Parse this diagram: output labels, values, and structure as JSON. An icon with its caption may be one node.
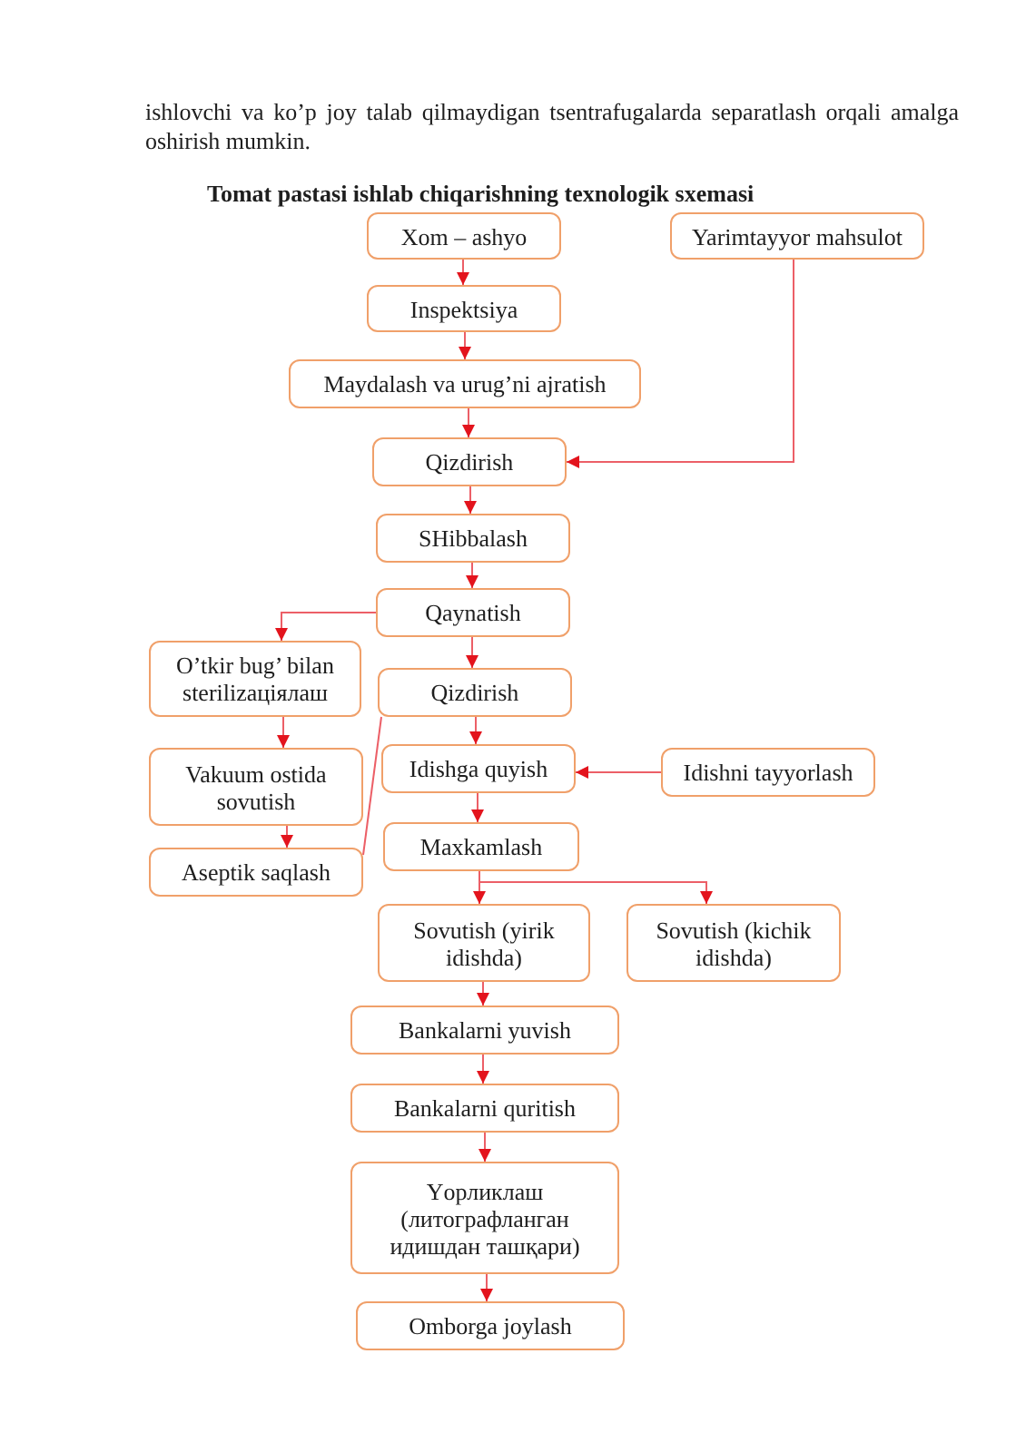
{
  "diagram": {
    "title": "Tomat pastasi ishlab chiqarishning texnologik sxemasi",
    "nodes": [
      {
        "text": [
          "Xom – ashyo"
        ]
      },
      {
        "text": [
          "Yarimtayyor mahsulot"
        ]
      },
      {
        "text": [
          "Inspektsiya"
        ]
      },
      {
        "text": [
          "Maydalash va urug’ni ajratish"
        ]
      },
      {
        "text": [
          "Qizdirish"
        ]
      },
      {
        "text": [
          "SHibbalash"
        ]
      },
      {
        "text": [
          "Qaynatish"
        ]
      },
      {
        "text": [
          "O’tkir bug’ bilan sterilizaцiялаш"
        ]
      },
      {
        "text": [
          "Qizdirish"
        ]
      },
      {
        "text": [
          "Vakuum ostida sovutish"
        ]
      },
      {
        "text": [
          "Idishga quyish"
        ]
      },
      {
        "text": [
          "Idishni tayyorlash"
        ]
      },
      {
        "text": [
          "Aseptik saqlash"
        ]
      },
      {
        "text": [
          "Maxkamlash"
        ]
      },
      {
        "text": [
          "Sovutish (yirik idishda)"
        ]
      },
      {
        "text": [
          "Sovutish (kichik idishda)"
        ]
      },
      {
        "text": [
          "Bankalarni yuvish"
        ]
      },
      {
        "text": [
          "Bankalarni quritish"
        ]
      },
      {
        "text": [
          "Yорликлаш (литографланган идишдан ташқари)"
        ]
      },
      {
        "text": [
          "Omborga joylash"
        ]
      }
    ],
    "edges": [
      {
        "from": 0,
        "to": 2,
        "arrow": "to"
      },
      {
        "from": 2,
        "to": 3,
        "arrow": "to"
      },
      {
        "from": 3,
        "to": 4,
        "arrow": "to"
      },
      {
        "from": 1,
        "to": 4,
        "arrow": "to"
      },
      {
        "from": 4,
        "to": 5,
        "arrow": "to"
      },
      {
        "from": 5,
        "to": 6,
        "arrow": "to"
      },
      {
        "from": 6,
        "to": 7,
        "arrow": "to"
      },
      {
        "from": 6,
        "to": 8,
        "arrow": "to"
      },
      {
        "from": 7,
        "to": 9,
        "arrow": "to"
      },
      {
        "from": 9,
        "to": 12,
        "arrow": "to"
      },
      {
        "from": 8,
        "to": 10,
        "arrow": "to"
      },
      {
        "from": 11,
        "to": 10,
        "arrow": "to"
      },
      {
        "from": 10,
        "to": 13,
        "arrow": "to"
      },
      {
        "from": 13,
        "to": 14,
        "arrow": "to"
      },
      {
        "from": 13,
        "to": 15,
        "arrow": "to"
      },
      {
        "from": 14,
        "to": 16,
        "arrow": "to"
      },
      {
        "from": 16,
        "to": 17,
        "arrow": "to"
      },
      {
        "from": 17,
        "to": 18,
        "arrow": "to"
      },
      {
        "from": 18,
        "to": 19,
        "arrow": "to"
      },
      {
        "from": 12,
        "to": 8,
        "arrow": "none"
      }
    ],
    "labels": [
      "ishlovchi va ko’p joy talab qilmaydigan tsentrafugalarda separatlash orqali amalga oshirish mumkin."
    ]
  }
}
